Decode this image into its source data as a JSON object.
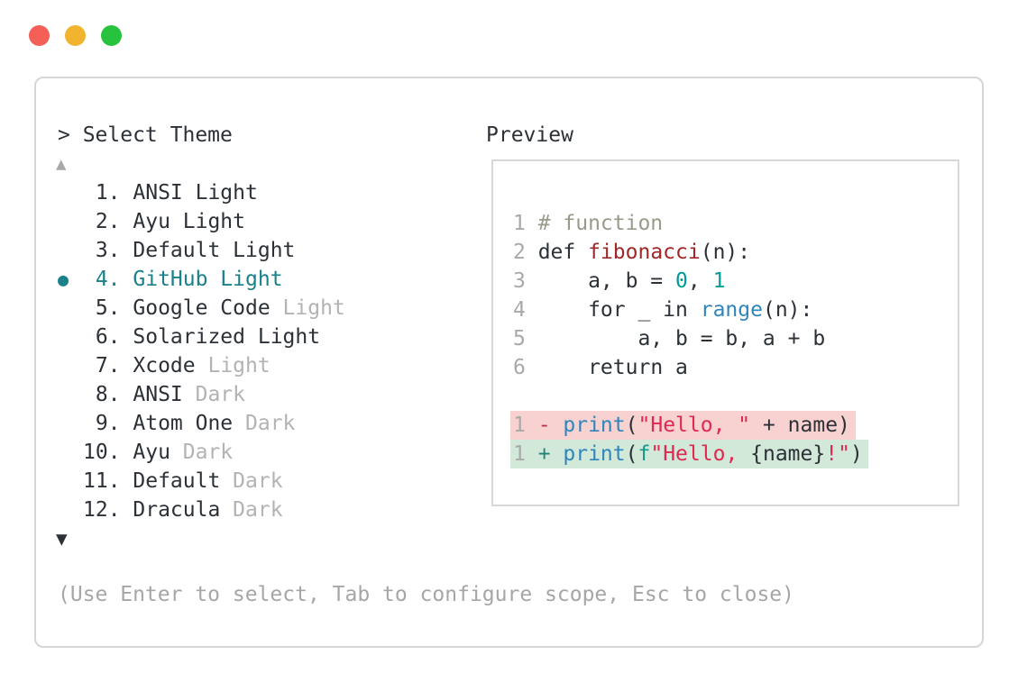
{
  "traffic_lights": [
    {
      "name": "close",
      "color_key": "traffic_red"
    },
    {
      "name": "minimize",
      "color_key": "traffic_yellow"
    },
    {
      "name": "zoom",
      "color_key": "traffic_green"
    }
  ],
  "picker": {
    "header": "> Select Theme",
    "scroll_up_symbol": "▲",
    "scroll_down_symbol": "▼",
    "selected_bullet": "●",
    "items": [
      {
        "num": "1.",
        "label": "ANSI Light",
        "muted": "",
        "selected": false
      },
      {
        "num": "2.",
        "label": "Ayu Light",
        "muted": "",
        "selected": false
      },
      {
        "num": "3.",
        "label": "Default Light",
        "muted": "",
        "selected": false
      },
      {
        "num": "4.",
        "label": "GitHub Light",
        "muted": "",
        "selected": true
      },
      {
        "num": "5.",
        "label": "Google Code",
        "muted": "Light",
        "selected": false
      },
      {
        "num": "6.",
        "label": "Solarized Light",
        "muted": "",
        "selected": false
      },
      {
        "num": "7.",
        "label": "Xcode",
        "muted": "Light",
        "selected": false
      },
      {
        "num": "8.",
        "label": "ANSI",
        "muted": "Dark",
        "selected": false
      },
      {
        "num": "9.",
        "label": "Atom One",
        "muted": "Dark",
        "selected": false
      },
      {
        "num": "10.",
        "label": "Ayu",
        "muted": "Dark",
        "selected": false
      },
      {
        "num": "11.",
        "label": "Default",
        "muted": "Dark",
        "selected": false
      },
      {
        "num": "12.",
        "label": "Dracula",
        "muted": "Dark",
        "selected": false
      }
    ],
    "hint": "(Use Enter to select, Tab to configure scope, Esc to close)"
  },
  "preview": {
    "title": "Preview",
    "lines": [
      {
        "num": "1",
        "diff": "",
        "tokens": [
          [
            "comment",
            "# function"
          ]
        ]
      },
      {
        "num": "2",
        "diff": "",
        "tokens": [
          [
            "kw",
            "def"
          ],
          [
            "plain",
            " "
          ],
          [
            "fn",
            "fibonacci"
          ],
          [
            "plain",
            "(n):"
          ]
        ]
      },
      {
        "num": "3",
        "diff": "",
        "tokens": [
          [
            "plain",
            "    a, b = "
          ],
          [
            "num",
            "0"
          ],
          [
            "plain",
            ", "
          ],
          [
            "num",
            "1"
          ]
        ]
      },
      {
        "num": "4",
        "diff": "",
        "tokens": [
          [
            "plain",
            "    "
          ],
          [
            "kw",
            "for"
          ],
          [
            "plain",
            " _ "
          ],
          [
            "kw",
            "in"
          ],
          [
            "plain",
            " "
          ],
          [
            "builtin",
            "range"
          ],
          [
            "plain",
            "(n):"
          ]
        ]
      },
      {
        "num": "5",
        "diff": "",
        "tokens": [
          [
            "plain",
            "        a, b = b, a + b"
          ]
        ]
      },
      {
        "num": "6",
        "diff": "",
        "tokens": [
          [
            "plain",
            "    "
          ],
          [
            "kw",
            "return"
          ],
          [
            "plain",
            " a"
          ]
        ]
      },
      {
        "num": "",
        "diff": "",
        "tokens": []
      },
      {
        "num": "1",
        "diff": "del",
        "tokens": [
          [
            "del",
            "- "
          ],
          [
            "builtin",
            "print"
          ],
          [
            "plain",
            "("
          ],
          [
            "str",
            "\"Hello, \""
          ],
          [
            "plain",
            " + name)"
          ]
        ]
      },
      {
        "num": "1",
        "diff": "ins",
        "tokens": [
          [
            "ins",
            "+ "
          ],
          [
            "builtin",
            "print"
          ],
          [
            "plain",
            "("
          ],
          [
            "affix",
            "f"
          ],
          [
            "str",
            "\"Hello, "
          ],
          [
            "plain",
            "{name}"
          ],
          [
            "str",
            "!\""
          ],
          [
            "plain",
            ")"
          ]
        ]
      }
    ]
  },
  "colors": {
    "ink": "#2c3137",
    "muted_text": "#b3b3b3",
    "accent_teal": "#1a808a",
    "line_number": "#a9a9a9",
    "hint_text": "#a6a6a6",
    "scroll_up": "#a9a9a9",
    "scroll_down": "#2c3137",
    "comment": "#9a9a8b",
    "keyword": "#2c3137",
    "function_name": "#a02828",
    "number_literal": "#009a9a",
    "builtin": "#2e86bb",
    "string": "#df2950",
    "string_affix": "#13998c",
    "diff_del_sign": "#c53048",
    "diff_ins_sign": "#22857a",
    "diff_del_bg": "#f8d1d1",
    "diff_ins_bg": "#d2e8d8",
    "window_border": "#d6d6d6",
    "panel_border": "#d8d8d8",
    "traffic_red": "#f45f57",
    "traffic_yellow": "#f2b32e",
    "traffic_green": "#27c33e"
  }
}
